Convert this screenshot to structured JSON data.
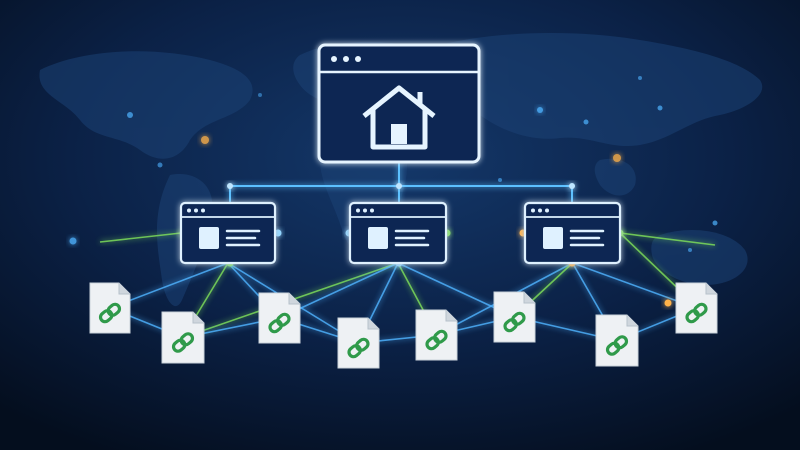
{
  "colors": {
    "background_top": "#0e2a52",
    "background_bottom": "#04101f",
    "map": "#1d3f6e",
    "window_stroke": "#dff1ff",
    "window_glow": "#6fc3ff",
    "edge_blue": "#4fb3ff",
    "edge_green": "#7fe05a",
    "edge_orange": "#ffb24a",
    "doc_fill": "#eef1f4",
    "link_icon": "#2f9a4a"
  },
  "nodes": [
    {
      "id": "home",
      "kind": "homepage",
      "icon": "home-icon"
    },
    {
      "id": "page-1",
      "kind": "page",
      "parent": "home"
    },
    {
      "id": "page-2",
      "kind": "page",
      "parent": "home"
    },
    {
      "id": "page-3",
      "kind": "page",
      "parent": "home"
    },
    {
      "id": "doc-1",
      "kind": "link-document",
      "icon": "link-icon"
    },
    {
      "id": "doc-2",
      "kind": "link-document",
      "icon": "link-icon"
    },
    {
      "id": "doc-3",
      "kind": "link-document",
      "icon": "link-icon"
    },
    {
      "id": "doc-4",
      "kind": "link-document",
      "icon": "link-icon"
    },
    {
      "id": "doc-5",
      "kind": "link-document",
      "icon": "link-icon"
    },
    {
      "id": "doc-6",
      "kind": "link-document",
      "icon": "link-icon"
    },
    {
      "id": "doc-7",
      "kind": "link-document",
      "icon": "link-icon"
    },
    {
      "id": "doc-8",
      "kind": "link-document",
      "icon": "link-icon"
    }
  ],
  "links": [
    [
      "page-1",
      "page-2"
    ],
    [
      "page-2",
      "page-3"
    ],
    [
      "page-1",
      "doc-1"
    ],
    [
      "page-1",
      "doc-2"
    ],
    [
      "page-1",
      "doc-3"
    ],
    [
      "page-1",
      "doc-4"
    ],
    [
      "page-2",
      "doc-2"
    ],
    [
      "page-2",
      "doc-3"
    ],
    [
      "page-2",
      "doc-4"
    ],
    [
      "page-2",
      "doc-5"
    ],
    [
      "page-2",
      "doc-6"
    ],
    [
      "page-3",
      "doc-5"
    ],
    [
      "page-3",
      "doc-6"
    ],
    [
      "page-3",
      "doc-7"
    ],
    [
      "page-3",
      "doc-8"
    ],
    [
      "doc-1",
      "doc-2"
    ],
    [
      "doc-2",
      "doc-3"
    ],
    [
      "doc-3",
      "doc-4"
    ],
    [
      "doc-4",
      "doc-5"
    ],
    [
      "doc-5",
      "doc-6"
    ],
    [
      "doc-6",
      "doc-7"
    ],
    [
      "doc-7",
      "doc-8"
    ]
  ]
}
